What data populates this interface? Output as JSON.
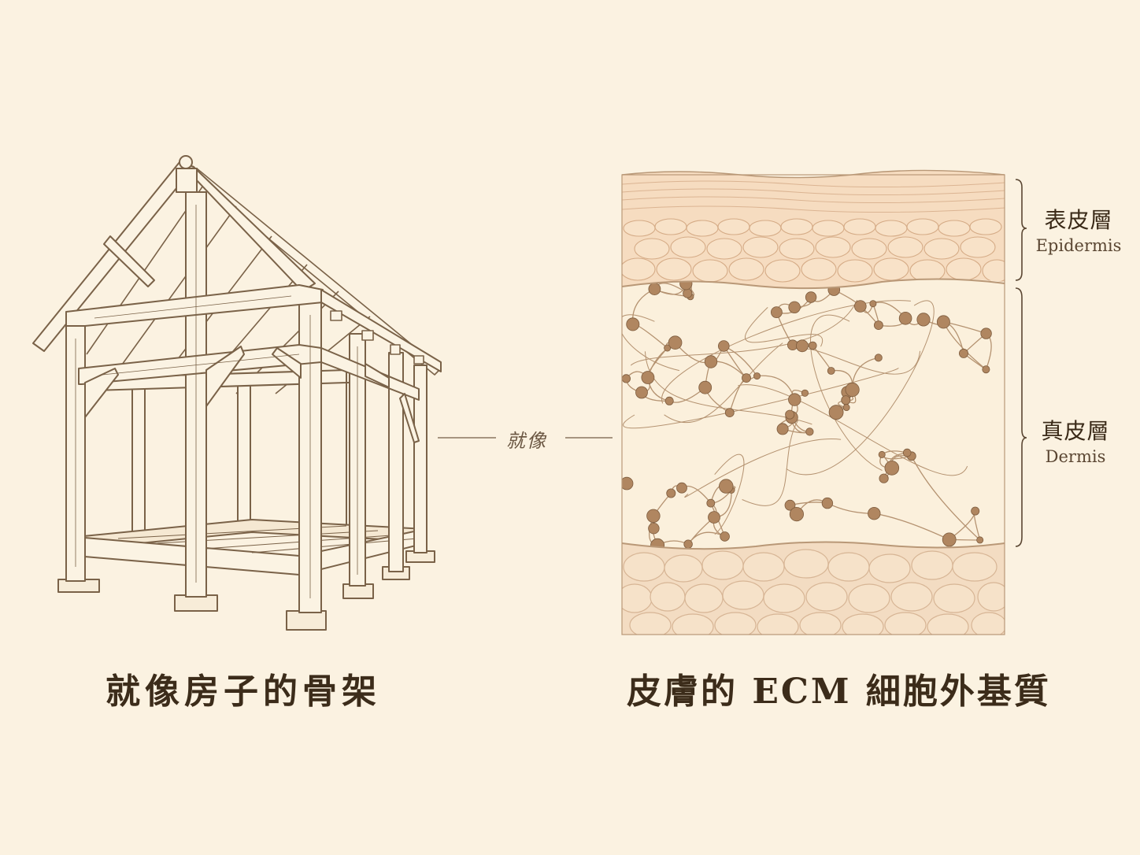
{
  "captions": {
    "left": "就像房子的骨架",
    "right": "皮膚的 ECM 細胞外基質"
  },
  "connector": {
    "label": "就像"
  },
  "layers": {
    "epidermis": {
      "zh": "表皮層",
      "en": "Epidermis"
    },
    "dermis": {
      "zh": "真皮層",
      "en": "Dermis"
    }
  },
  "colors": {
    "background": "#fbf2e1",
    "ink": "#3a2a18",
    "wood_fill": "#fbf3e3",
    "wood_line": "#7a6248",
    "epidermis_fill": "#f6dcc0",
    "dermis_fill": "#fbf0dc",
    "fibroblast": "#b08660",
    "hypodermis_fill": "#f3dcc2"
  }
}
